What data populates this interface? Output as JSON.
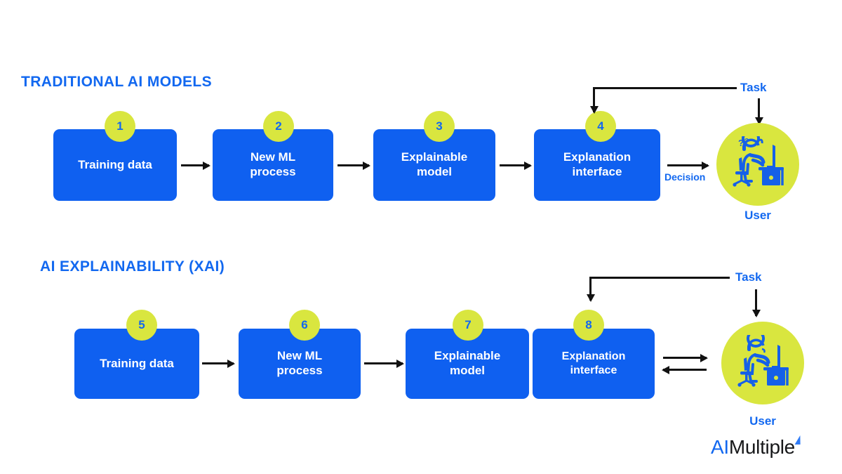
{
  "diagram": {
    "logo": {
      "part1": "AI",
      "part2": "Multiple",
      "accent_color": "#2F7BF6"
    },
    "colors": {
      "box_blue": "#0F60F0",
      "accent_blue": "#1268F0",
      "circle_green": "#D9E63F",
      "arrow_black": "#111111",
      "background": "#FFFFFF"
    },
    "rows": [
      {
        "title": "TRADITIONAL AI MODELS",
        "nodes": [
          {
            "number": "1",
            "label": "Training data"
          },
          {
            "number": "2",
            "label": "New ML\nprocess"
          },
          {
            "number": "3",
            "label": "Explainable\nmodel"
          },
          {
            "number": "4",
            "label": "Explanation\ninterface"
          }
        ],
        "task_label": "Task",
        "decision_label": "Decision",
        "user_label": "User",
        "user_state": "confused"
      },
      {
        "title": "AI EXPLAINABILITY (XAI)",
        "nodes": [
          {
            "number": "5",
            "label": "Training data"
          },
          {
            "number": "6",
            "label": "New ML\nprocess"
          },
          {
            "number": "7",
            "label": "Explainable\nmodel"
          },
          {
            "number": "8",
            "label": "Explanation\ninterface"
          }
        ],
        "task_label": "Task",
        "decision_label": "",
        "user_label": "User",
        "user_state": "satisfied"
      }
    ]
  }
}
